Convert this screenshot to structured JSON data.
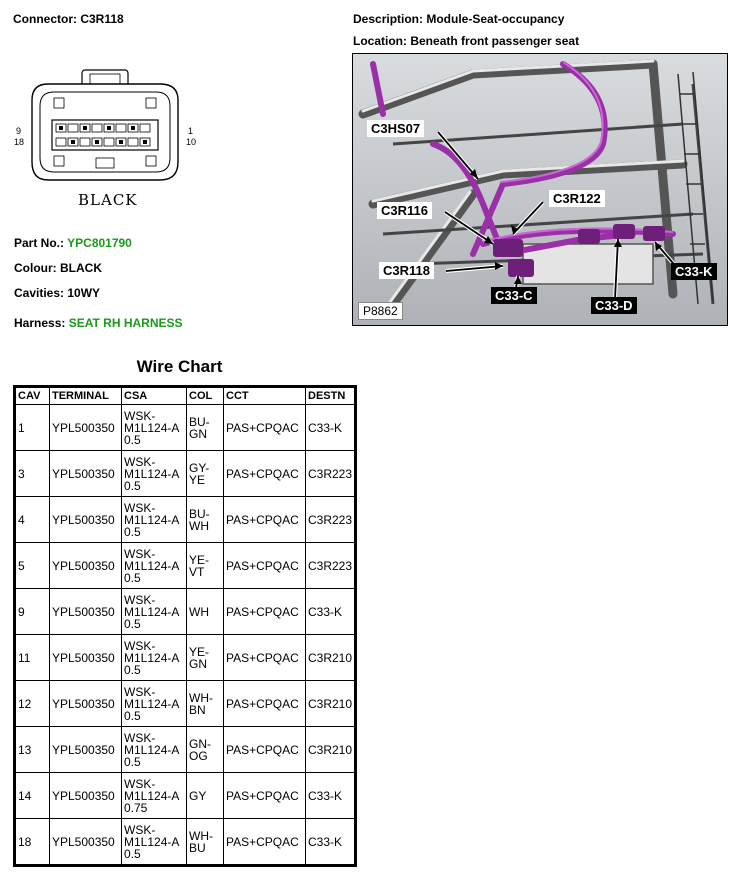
{
  "connector": {
    "label": "Connector:",
    "value": "C3R118",
    "color_label": "BLACK",
    "cavity_labels": {
      "left_top": "9",
      "left_bottom": "18",
      "right_top": "1",
      "right_bottom": "10"
    }
  },
  "description": {
    "label": "Description:",
    "value": "Module-Seat-occupancy"
  },
  "location": {
    "label": "Location:",
    "value": "Beneath front passenger seat"
  },
  "details": {
    "part_no_label": "Part No.:",
    "part_no": "YPC801790",
    "colour_label": "Colour:",
    "colour": "BLACK",
    "cavities_label": "Cavities:",
    "cavities": "10WY",
    "harness_label": "Harness:",
    "harness": "SEAT RH HARNESS"
  },
  "photo": {
    "id": "P8862",
    "callouts": [
      "C3HS07",
      "C3R122",
      "C3R116",
      "C3R118",
      "C33-C",
      "C33-D",
      "C33-K"
    ]
  },
  "wire_chart": {
    "title": "Wire Chart",
    "columns": [
      "CAV",
      "TERMINAL",
      "CSA",
      "COL",
      "CCT",
      "DESTN"
    ],
    "rows": [
      {
        "cav": "1",
        "terminal": "YPL500350",
        "csa": [
          "WSK-",
          "M1L124-A",
          "0.5"
        ],
        "col": [
          "BU-",
          "GN"
        ],
        "cct": "PAS+CPQAC",
        "destn": "C33-K"
      },
      {
        "cav": "3",
        "terminal": "YPL500350",
        "csa": [
          "WSK-",
          "M1L124-A",
          "0.5"
        ],
        "col": [
          "GY-",
          "YE"
        ],
        "cct": "PAS+CPQAC",
        "destn": "C3R223"
      },
      {
        "cav": "4",
        "terminal": "YPL500350",
        "csa": [
          "WSK-",
          "M1L124-A",
          "0.5"
        ],
        "col": [
          "BU-",
          "WH"
        ],
        "cct": "PAS+CPQAC",
        "destn": "C3R223"
      },
      {
        "cav": "5",
        "terminal": "YPL500350",
        "csa": [
          "WSK-",
          "M1L124-A",
          "0.5"
        ],
        "col": [
          "YE-",
          "VT"
        ],
        "cct": "PAS+CPQAC",
        "destn": "C3R223"
      },
      {
        "cav": "9",
        "terminal": "YPL500350",
        "csa": [
          "WSK-",
          "M1L124-A",
          "0.5"
        ],
        "col": [
          "WH",
          ""
        ],
        "cct": "PAS+CPQAC",
        "destn": "C33-K"
      },
      {
        "cav": "11",
        "terminal": "YPL500350",
        "csa": [
          "WSK-",
          "M1L124-A",
          "0.5"
        ],
        "col": [
          "YE-",
          "GN"
        ],
        "cct": "PAS+CPQAC",
        "destn": "C3R210"
      },
      {
        "cav": "12",
        "terminal": "YPL500350",
        "csa": [
          "WSK-",
          "M1L124-A",
          "0.5"
        ],
        "col": [
          "WH-",
          "BN"
        ],
        "cct": "PAS+CPQAC",
        "destn": "C3R210"
      },
      {
        "cav": "13",
        "terminal": "YPL500350",
        "csa": [
          "WSK-",
          "M1L124-A",
          "0.5"
        ],
        "col": [
          "GN-",
          "OG"
        ],
        "cct": "PAS+CPQAC",
        "destn": "C3R210"
      },
      {
        "cav": "14",
        "terminal": "YPL500350",
        "csa": [
          "WSK-",
          "M1L124-A",
          "0.75"
        ],
        "col": [
          "GY",
          ""
        ],
        "cct": "PAS+CPQAC",
        "destn": "C33-K"
      },
      {
        "cav": "18",
        "terminal": "YPL500350",
        "csa": [
          "WSK-",
          "M1L124-A",
          "0.5"
        ],
        "col": [
          "WH-",
          "BU"
        ],
        "cct": "PAS+CPQAC",
        "destn": "C33-K"
      }
    ]
  }
}
